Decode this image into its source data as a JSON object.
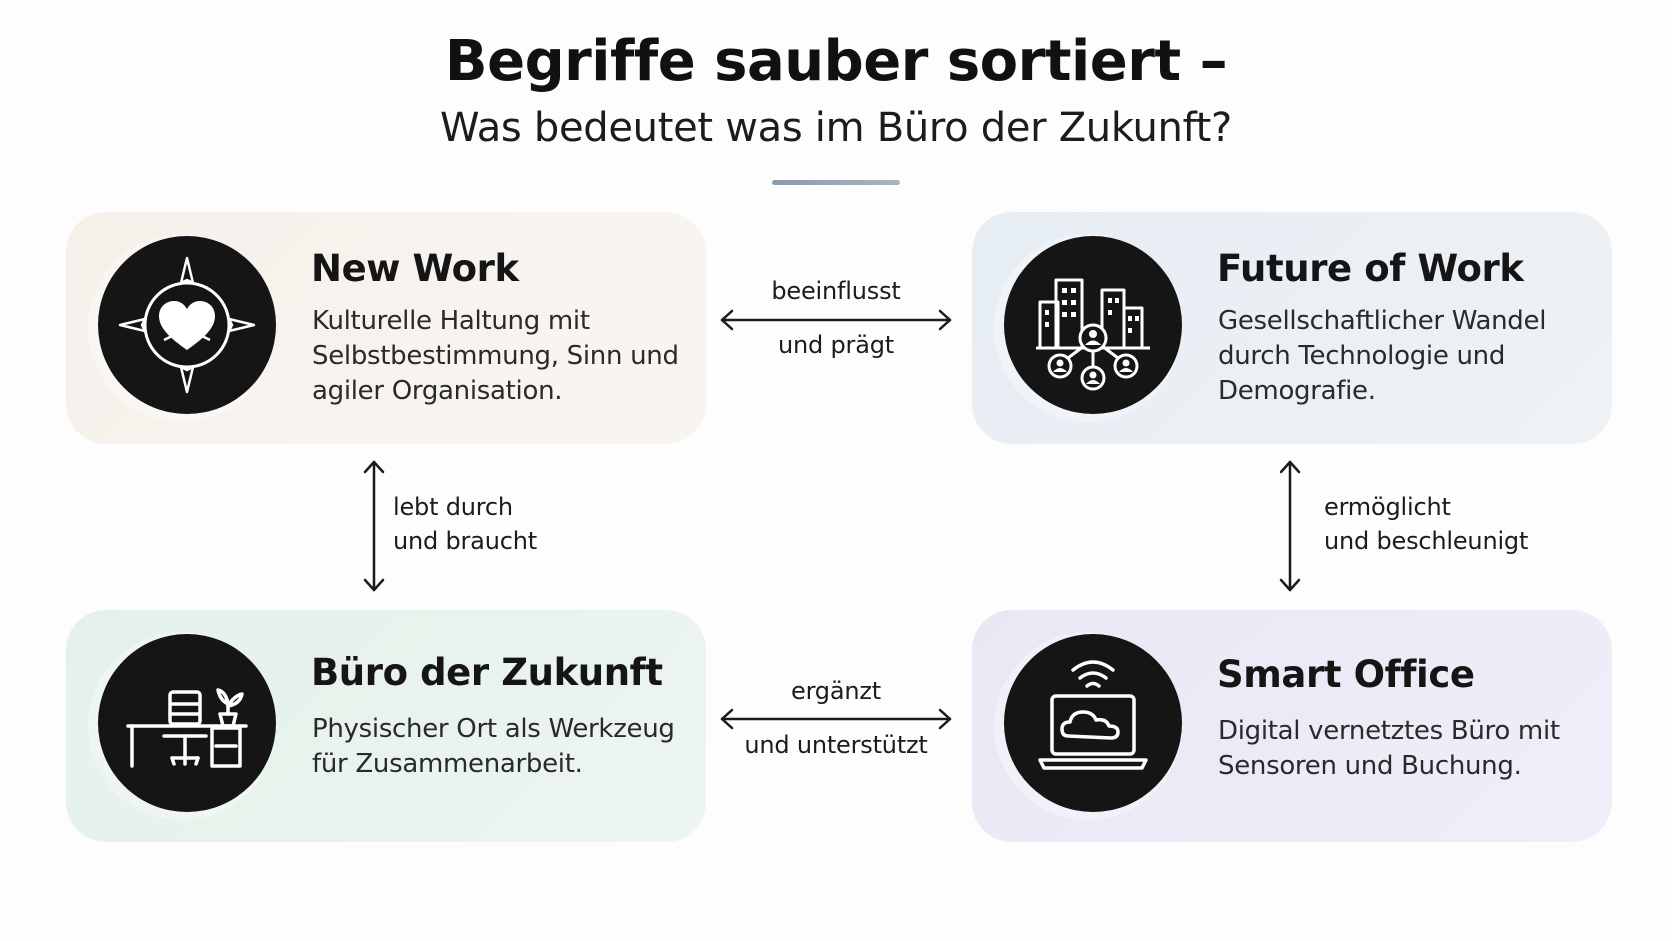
{
  "header": {
    "title": "Begriffe sauber sortiert –",
    "subtitle": "Was bedeutet was im Büro der Zukunft?"
  },
  "cards": {
    "new_work": {
      "title": "New Work",
      "description": "Kulturelle Haltung mit Selbstbestimmung, Sinn und agiler Organisation.",
      "icon": "compass-heart-icon",
      "background": "#f6f0ea"
    },
    "future_of_work": {
      "title": "Future of Work",
      "description": "Gesellschaftlicher Wandel durch Technologie und Demografie.",
      "icon": "city-network-icon",
      "background": "#e6edf3"
    },
    "buero_der_zukunft": {
      "title": "Büro der Zukunft",
      "description": "Physischer Ort als Werkzeug für Zusammenarbeit.",
      "icon": "desk-chair-plant-icon",
      "background": "#e4f1ea"
    },
    "smart_office": {
      "title": "Smart Office",
      "description": "Digital vernetztes Büro mit Sensoren und Buchung.",
      "icon": "laptop-cloud-wifi-icon",
      "background": "#e9e7f4"
    }
  },
  "relations": {
    "top": {
      "line1": "beeinflusst",
      "line2": "und prägt"
    },
    "left": {
      "line1": "lebt durch",
      "line2": "und braucht"
    },
    "right": {
      "line1": "ermöglicht",
      "line2": "und beschleunigt"
    },
    "bottom": {
      "line1": "ergänzt",
      "line2": "und unterstützt"
    }
  },
  "colors": {
    "icon_circle": "#151515",
    "divider": "#8a9bb0",
    "text": "#1a1a1a"
  }
}
